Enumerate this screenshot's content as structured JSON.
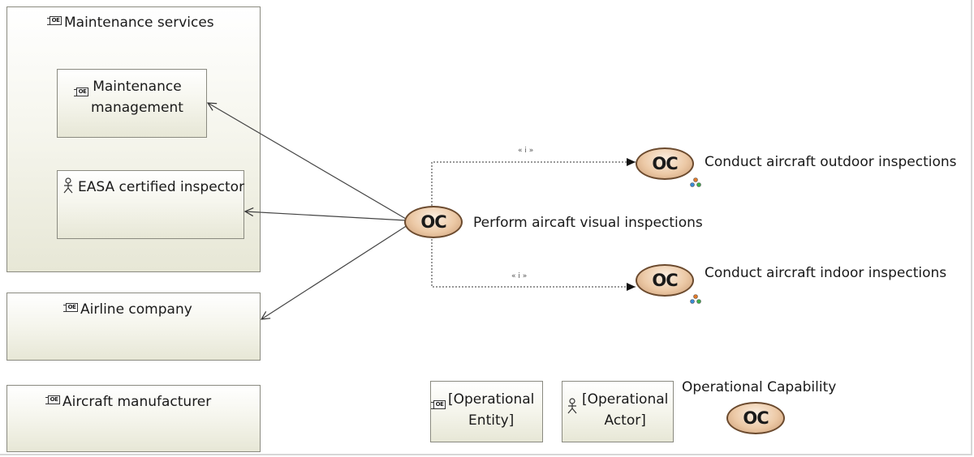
{
  "entities": {
    "maintenance_services": "Maintenance services",
    "maintenance_management": "Maintenance\nmanagement",
    "easa_inspector": "EASA certified inspector",
    "airline_company": "Airline company",
    "aircraft_manufacturer": "Aircraft manufacturer"
  },
  "capabilities": {
    "perform": "Perform aircaft visual inspections",
    "outdoor": "Conduct aircraft outdoor inspections",
    "indoor": "Conduct aircraft indoor inspections",
    "badge": "OC"
  },
  "links": {
    "include_tag": "« i »"
  },
  "icons": {
    "entity_badge": "OE"
  },
  "legend": {
    "entity": "[Operational\nEntity]",
    "actor": "[Operational\nActor]",
    "capability": "Operational Capability"
  }
}
